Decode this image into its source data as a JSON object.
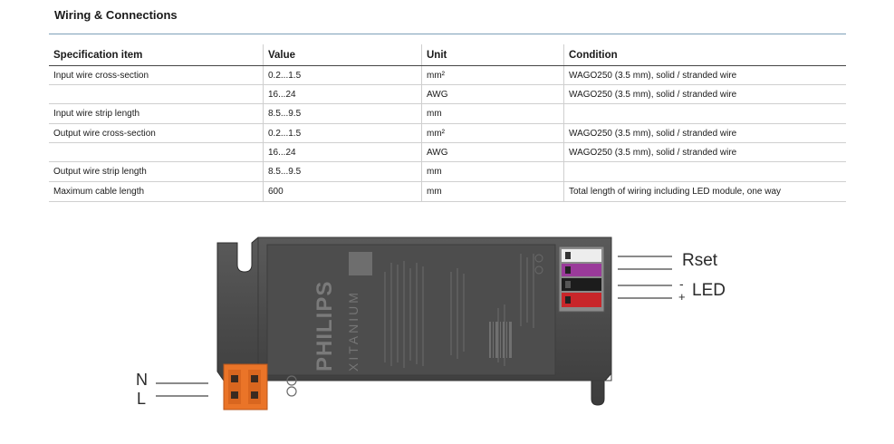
{
  "section_title": "Wiring & Connections",
  "table": {
    "headers": [
      "Specification item",
      "Value",
      "Unit",
      "Condition"
    ],
    "rows": [
      [
        "Input wire cross-section",
        "0.2...1.5",
        "mm²",
        "WAGO250 (3.5 mm), solid / stranded wire"
      ],
      [
        "",
        "16...24",
        "AWG",
        "WAGO250 (3.5 mm), solid / stranded wire"
      ],
      [
        "Input wire strip length",
        "8.5...9.5",
        "mm",
        ""
      ],
      [
        "Output wire cross-section",
        "0.2...1.5",
        "mm²",
        "WAGO250 (3.5 mm), solid / stranded wire"
      ],
      [
        "",
        "16...24",
        "AWG",
        "WAGO250 (3.5 mm), solid / stranded wire"
      ],
      [
        "Output wire strip length",
        "8.5...9.5",
        "mm",
        ""
      ],
      [
        "Maximum cable length",
        "600",
        "mm",
        "Total length of wiring including LED module, one way"
      ]
    ]
  },
  "device": {
    "brand": "PHILIPS",
    "model": "XITANIUM"
  },
  "pins": {
    "rset": "Rset",
    "minus": "-",
    "plus": "+",
    "led": "LED",
    "n": "N",
    "l": "L"
  },
  "colors": {
    "housing": "#4a4a4a",
    "input_terminal": "#f07a2a",
    "rule": "#7da0b8"
  }
}
